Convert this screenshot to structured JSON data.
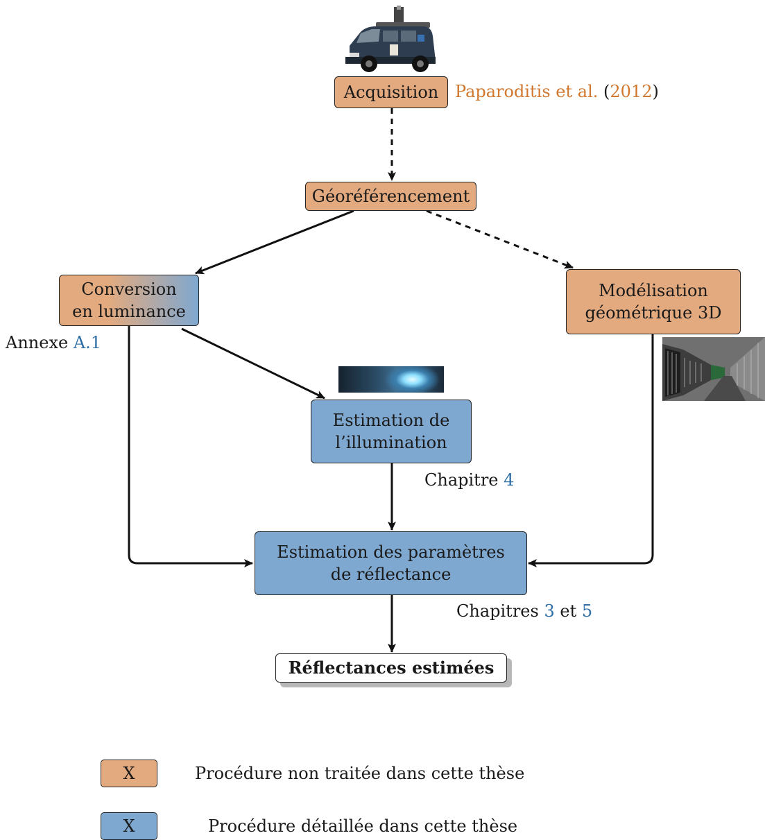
{
  "nodes": {
    "acquisition": "Acquisition",
    "georef": "Géoréférencement",
    "conversion_line1": "Conversion",
    "conversion_line2": "en luminance",
    "modelisation_line1": "Modélisation",
    "modelisation_line2": "géométrique 3D",
    "illumination_line1": "Estimation de",
    "illumination_line2": "l’illumination",
    "reflectance_line1": "Estimation des paramètres",
    "reflectance_line2": "de réflectance",
    "result": "Réflectances estimées"
  },
  "references": {
    "acquisition_author": "Paparoditis et al.",
    "acquisition_open": "(",
    "acquisition_year": "2012",
    "acquisition_close": ")",
    "annexe_prefix": "Annexe",
    "annexe_ref": "A.1",
    "chapitre_prefix": "Chapitre",
    "chapitre_ref": "4",
    "chapitres_prefix": "Chapitres",
    "chapitres_ref1": "3",
    "chapitres_and": "et",
    "chapitres_ref2": "5"
  },
  "legend": {
    "swatch_label": "X",
    "orange_text": "Procédure non traitée dans cette thèse",
    "blue_text": "Procédure détaillée dans cette thèse"
  },
  "colors": {
    "orange": "#e3aa7f",
    "blue": "#7fa8d0",
    "ref_orange": "#d1772e",
    "ref_blue": "#2f6fa6"
  }
}
